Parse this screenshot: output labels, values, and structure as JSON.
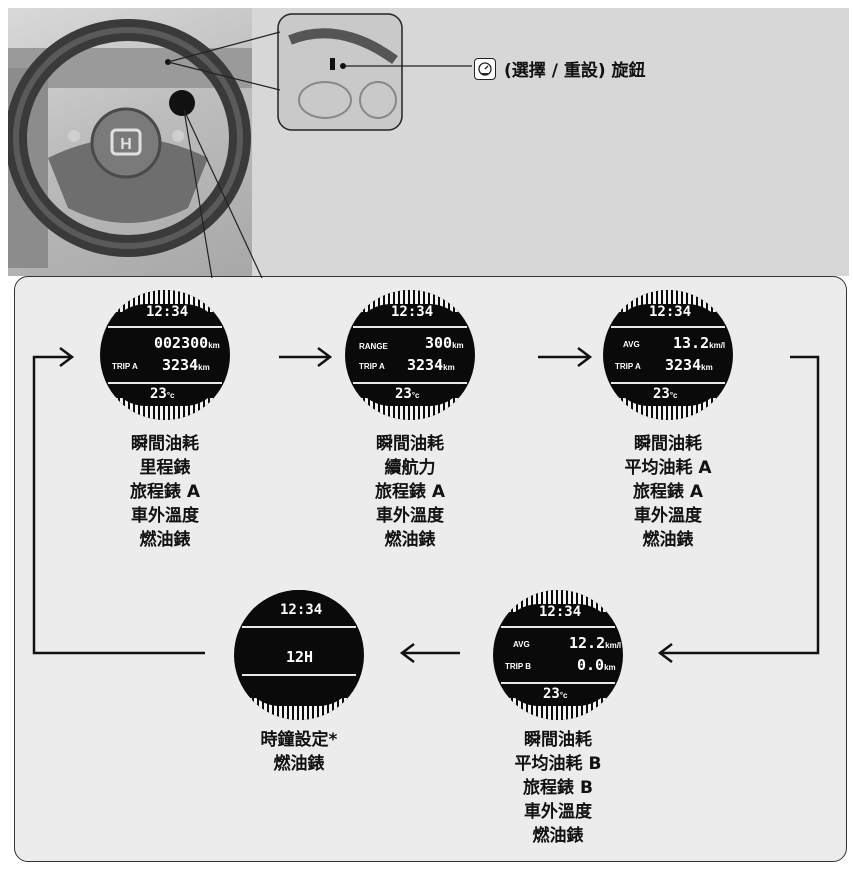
{
  "knob": {
    "icon": "trip-knob-icon",
    "label": "(選擇 / 重設) 旋鈕"
  },
  "screens": [
    {
      "clock": "12:34",
      "row1_label": "",
      "row1_value": "002300",
      "row1_unit": "km",
      "row2_label": "TRIP A",
      "row2_value": "3234",
      "row2_unit": "km",
      "temp": "23",
      "temp_unit": "°c",
      "caption": [
        "瞬間油耗",
        "里程錶",
        "旅程錶 A",
        "車外溫度",
        "燃油錶"
      ]
    },
    {
      "clock": "12:34",
      "row1_label": "RANGE",
      "row1_value": "300",
      "row1_unit": "km",
      "row2_label": "TRIP A",
      "row2_value": "3234",
      "row2_unit": "km",
      "temp": "23",
      "temp_unit": "°c",
      "caption": [
        "瞬間油耗",
        "續航力",
        "旅程錶 A",
        "車外溫度",
        "燃油錶"
      ]
    },
    {
      "clock": "12:34",
      "row1_label": "AVG",
      "row1_value": "13.2",
      "row1_unit": "km/l",
      "row2_label": "TRIP A",
      "row2_value": "3234",
      "row2_unit": "km",
      "temp": "23",
      "temp_unit": "°c",
      "caption": [
        "瞬間油耗",
        "平均油耗 A",
        "旅程錶 A",
        "車外溫度",
        "燃油錶"
      ]
    },
    {
      "clock": "12:34",
      "row1_label": "AVG",
      "row1_value": "12.2",
      "row1_unit": "km/l",
      "row2_label": "TRIP  B",
      "row2_value": "0.0",
      "row2_unit": "km",
      "temp": "23",
      "temp_unit": "°c",
      "caption": [
        "瞬間油耗",
        "平均油耗 B",
        "旅程錶 B",
        "車外溫度",
        "燃油錶"
      ]
    },
    {
      "clock": "12:34",
      "center": "12H",
      "caption": [
        "時鐘設定*",
        "燃油錶"
      ]
    }
  ]
}
